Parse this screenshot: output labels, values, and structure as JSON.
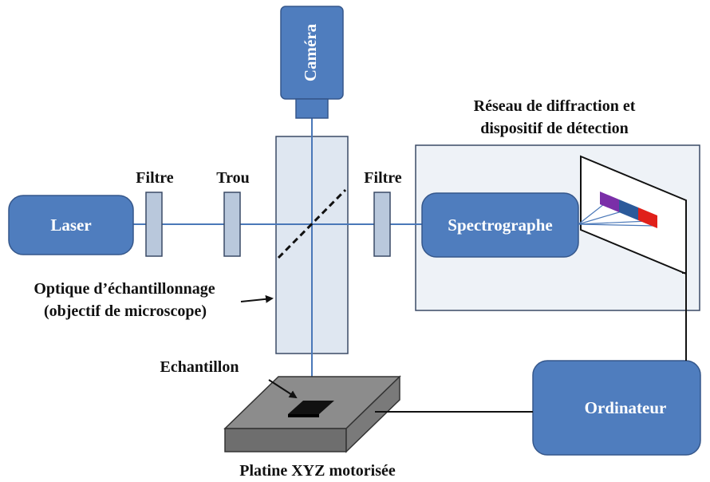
{
  "labels": {
    "camera": "Caméra",
    "laser": "Laser",
    "spectrograph": "Spectrographe",
    "computer": "Ordinateur",
    "filter_left": "Filtre",
    "pinhole": "Trou",
    "filter_right": "Filtre",
    "grating_line1": "Réseau de diffraction et",
    "grating_line2": "dispositif de détection",
    "optics_line1": "Optique d’échantillonnage",
    "optics_line2": "(objectif de microscope)",
    "sample": "Echantillon",
    "stage": "Platine XYZ motorisée"
  },
  "colors": {
    "component_fill": "#4f7dbe",
    "component_stroke": "#35578b",
    "optic_fill": "#dfe7f1",
    "beam": "#4a78b8",
    "detector_strip": [
      "#7a2fa8",
      "#2b5a9a",
      "#e0201a"
    ],
    "stage_top": "#8c8c8c",
    "stage_side": "#6e6e6e",
    "sample": "#111111"
  }
}
